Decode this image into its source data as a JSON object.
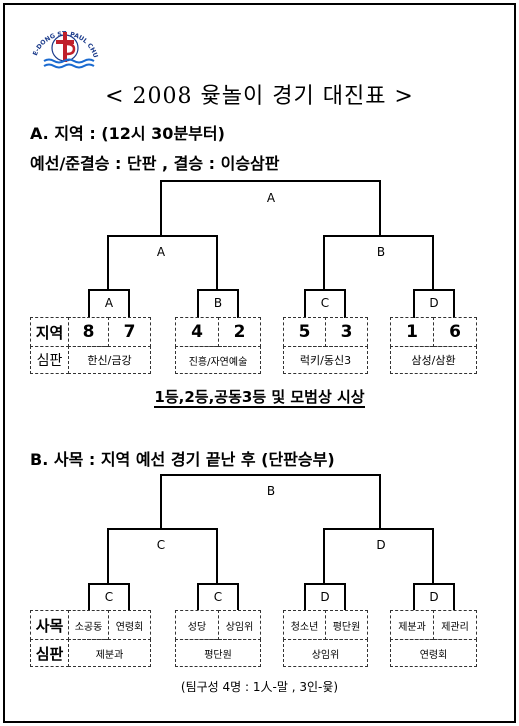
{
  "logo": {
    "text": "SINAE-DONG ST. PAUL CHURCH"
  },
  "title": "< 2008  윷놀이 경기 대진표 >",
  "sectionA": {
    "heading": "A. 지역 : (12시 30분부터)",
    "subheading": "예선/준결승  : 단판 , 결승 : 이승삼판",
    "final": "A",
    "semis": [
      "A",
      "B"
    ],
    "quarters": [
      "A",
      "B",
      "C",
      "D"
    ],
    "row1_label": "지역",
    "row2_label": "심판",
    "teams": [
      {
        "left": "8",
        "right": "7",
        "judge": "한신/금강"
      },
      {
        "left": "4",
        "right": "2",
        "judge": "진흥/자연예술"
      },
      {
        "left": "5",
        "right": "3",
        "judge": "럭키/동신3"
      },
      {
        "left": "1",
        "right": "6",
        "judge": "삼성/삼환"
      }
    ],
    "awards": "1등,2등,공동3등 및 모범상 시상"
  },
  "sectionB": {
    "heading": "B. 사목 : 지역 예선 경기 끝난 후 (단판승부)",
    "final": "B",
    "semis": [
      "C",
      "D"
    ],
    "quarters": [
      "C",
      "C",
      "D",
      "D"
    ],
    "row1_label": "사목",
    "row2_label": "심판",
    "teams": [
      {
        "left": "소공동",
        "right": "연령회",
        "judge": "제분과"
      },
      {
        "left": "성당",
        "right": "상임위",
        "judge": "평단원"
      },
      {
        "left": "청소년",
        "right": "평단원",
        "judge": "상임위"
      },
      {
        "left": "제분과",
        "right": "제관리",
        "judge": "연령회"
      }
    ]
  },
  "footer": "(팀구성   4명 : 1人-말 , 3인-윷)"
}
